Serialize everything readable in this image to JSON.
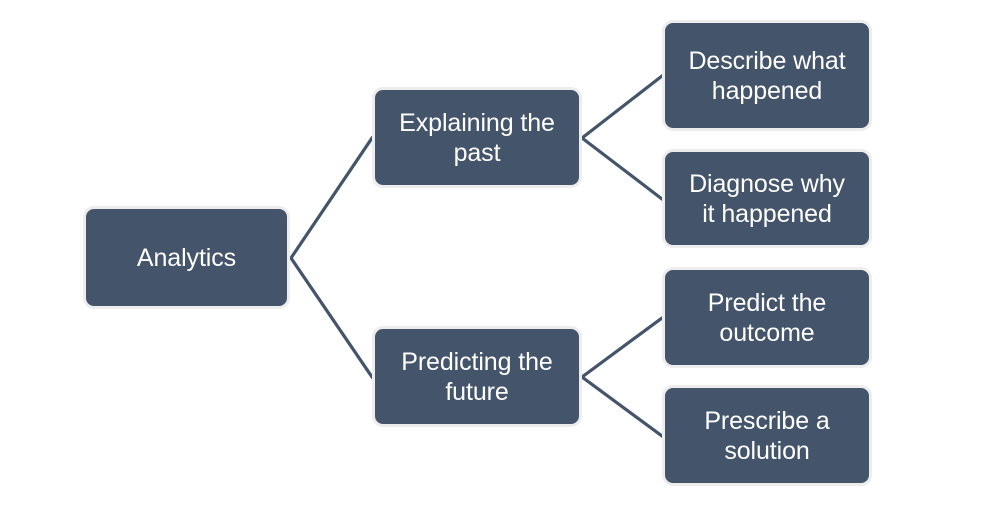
{
  "diagram": {
    "title": "Analytics branching diagram",
    "type": "tree",
    "colors": {
      "node_fill": "#44546A",
      "node_border": "#EDEDED",
      "node_text": "#FFFFFF",
      "connector": "#44546A",
      "background": "#FFFFFF"
    },
    "nodes": {
      "root": {
        "label": "Analytics",
        "level": 1
      },
      "explaining_past": {
        "label": "Explaining the\npast",
        "level": 2
      },
      "predicting_future": {
        "label": "Predicting the\nfuture",
        "level": 2
      },
      "describe_what_happened": {
        "label": "Describe what\nhappened",
        "level": 3
      },
      "diagnose_why_it_happened": {
        "label": "Diagnose why\nit happened",
        "level": 3
      },
      "predict_the_outcome": {
        "label": "Predict the\noutcome",
        "level": 3
      },
      "prescribe_a_solution": {
        "label": "Prescribe a\nsolution",
        "level": 3
      }
    },
    "connectors": [
      {
        "name": "root-to-explaining-past",
        "from": "root",
        "to": "explaining_past"
      },
      {
        "name": "root-to-predicting-future",
        "from": "root",
        "to": "predicting_future"
      },
      {
        "name": "explaining-past-to-describe",
        "from": "explaining_past",
        "to": "describe_what_happened"
      },
      {
        "name": "explaining-past-to-diagnose",
        "from": "explaining_past",
        "to": "diagnose_why_it_happened"
      },
      {
        "name": "predicting-future-to-predict",
        "from": "predicting_future",
        "to": "predict_the_outcome"
      },
      {
        "name": "predicting-future-to-prescribe",
        "from": "predicting_future",
        "to": "prescribe_a_solution"
      }
    ]
  }
}
